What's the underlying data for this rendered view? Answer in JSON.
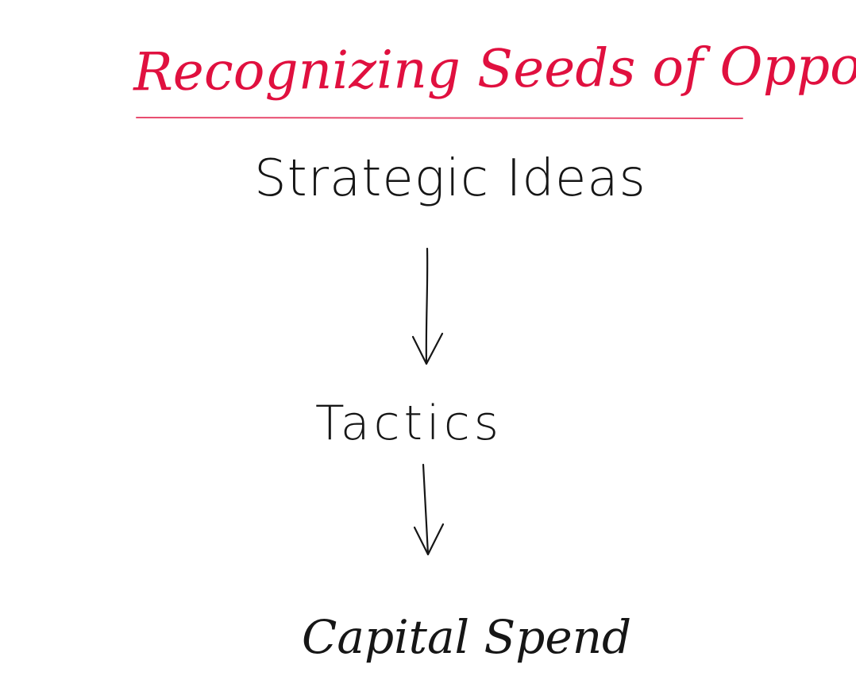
{
  "whiteboard": {
    "title": "Recognizing Seeds of Opportunity",
    "accent_color": "#e0103f",
    "ink_color": "#161616",
    "background_color": "#ffffff",
    "steps": [
      {
        "label": "Strategic Ideas"
      },
      {
        "label": "Tactics"
      },
      {
        "label": "Capital Spend"
      }
    ]
  }
}
